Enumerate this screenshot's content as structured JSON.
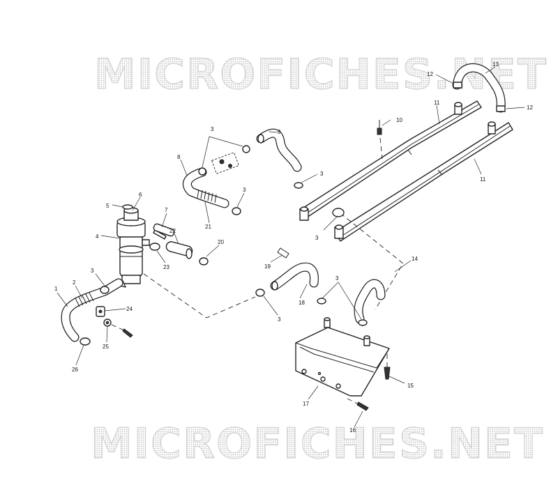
{
  "watermark": {
    "top_text": "MICROFICHES.NET",
    "bottom_text": "MICROFICHES.NET"
  },
  "callouts": [
    {
      "id": "c1",
      "text": "1"
    },
    {
      "id": "c2",
      "text": "2"
    },
    {
      "id": "c3a",
      "text": "3"
    },
    {
      "id": "c3b",
      "text": "3"
    },
    {
      "id": "c3c",
      "text": "3"
    },
    {
      "id": "c3d",
      "text": "3"
    },
    {
      "id": "c3e",
      "text": "3"
    },
    {
      "id": "c3f",
      "text": "3"
    },
    {
      "id": "c3g",
      "text": "3"
    },
    {
      "id": "c4",
      "text": "4"
    },
    {
      "id": "c5",
      "text": "5"
    },
    {
      "id": "c6",
      "text": "6"
    },
    {
      "id": "c7",
      "text": "7"
    },
    {
      "id": "c8",
      "text": "8"
    },
    {
      "id": "c9",
      "text": "9"
    },
    {
      "id": "c10",
      "text": "10"
    },
    {
      "id": "c11a",
      "text": "11"
    },
    {
      "id": "c11b",
      "text": "11"
    },
    {
      "id": "c12a",
      "text": "12"
    },
    {
      "id": "c12b",
      "text": "12"
    },
    {
      "id": "c13",
      "text": "13"
    },
    {
      "id": "c14",
      "text": "14"
    },
    {
      "id": "c15",
      "text": "15"
    },
    {
      "id": "c16",
      "text": "16"
    },
    {
      "id": "c17",
      "text": "17"
    },
    {
      "id": "c18",
      "text": "18"
    },
    {
      "id": "c19",
      "text": "19"
    },
    {
      "id": "c20",
      "text": "20"
    },
    {
      "id": "c21",
      "text": "21"
    },
    {
      "id": "c22",
      "text": "22"
    },
    {
      "id": "c23",
      "text": "23"
    },
    {
      "id": "c24",
      "text": "24"
    },
    {
      "id": "c25",
      "text": "25"
    },
    {
      "id": "c26",
      "text": "26"
    }
  ]
}
